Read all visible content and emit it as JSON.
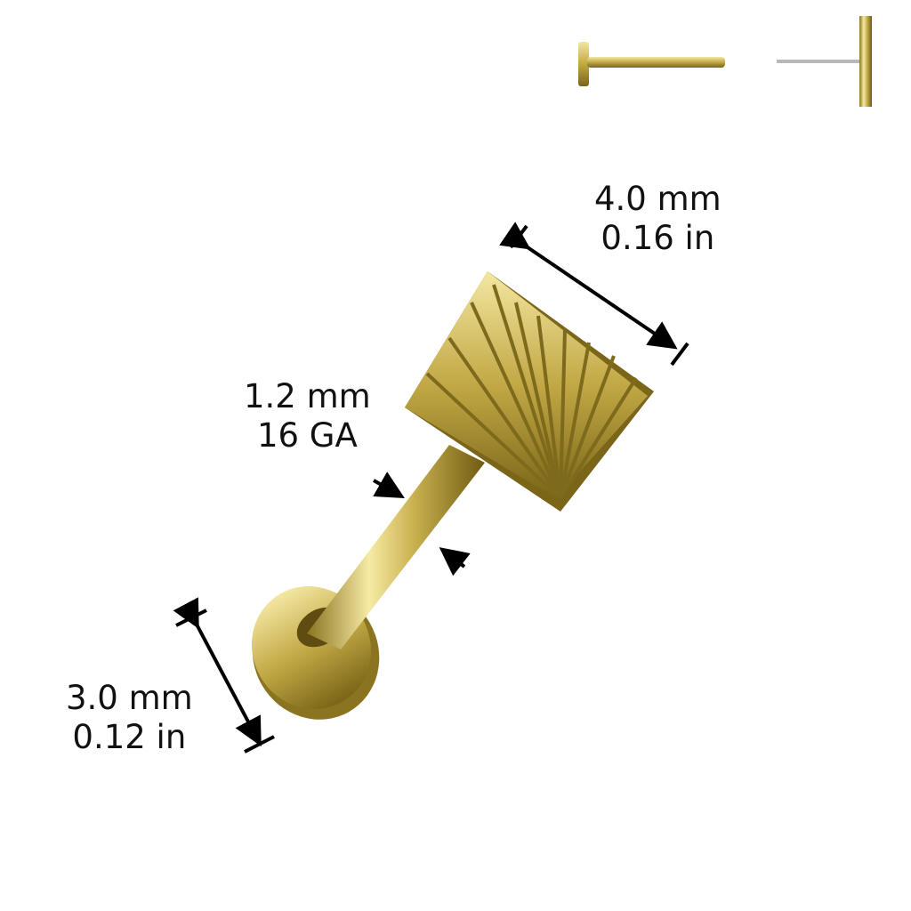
{
  "labels": {
    "top_width_mm": "4.0 mm",
    "top_width_in": "0.16 in",
    "gauge_mm": "1.2 mm",
    "gauge_ga": "16 GA",
    "disc_mm": "3.0 mm",
    "disc_in": "0.12 in"
  },
  "colors": {
    "gold": "#d9c46a",
    "gold_dark": "#8a7420",
    "gold_light": "#fbf3c0"
  }
}
